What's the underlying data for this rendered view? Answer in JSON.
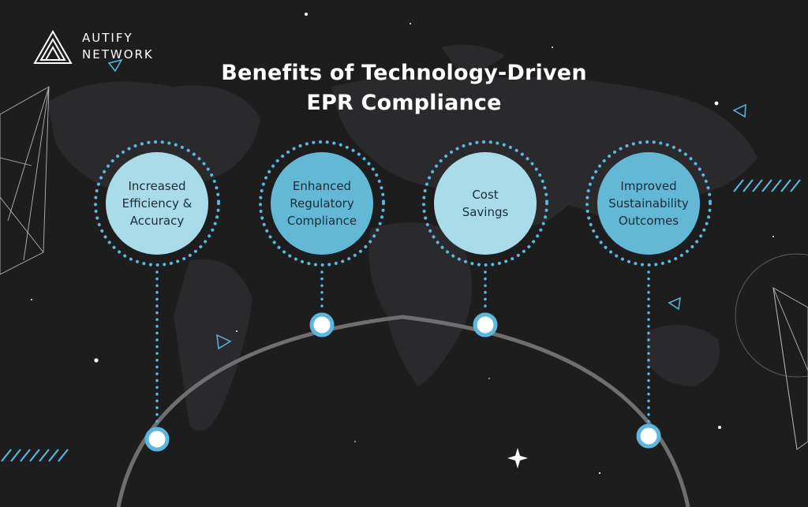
{
  "logo": {
    "line1": "AUTIFY",
    "line2": "NETWORK"
  },
  "title": {
    "line1": "Benefits of Technology-Driven",
    "line2": "EPR Compliance"
  },
  "benefits": [
    {
      "label": "Increased\nEfficiency &\nAccuracy",
      "fill": "#a9dbe8"
    },
    {
      "label": "Enhanced\nRegulatory\nCompliance",
      "fill": "#63b8d6"
    },
    {
      "label": "Cost\nSavings",
      "fill": "#a9dbe8"
    },
    {
      "label": "Improved\nSustainability\nOutcomes",
      "fill": "#63b8d6"
    }
  ],
  "colors": {
    "accent": "#5bb7df",
    "arc": "#6f6f72",
    "node_fill": "#ffffff",
    "background": "#1d1d1e"
  }
}
